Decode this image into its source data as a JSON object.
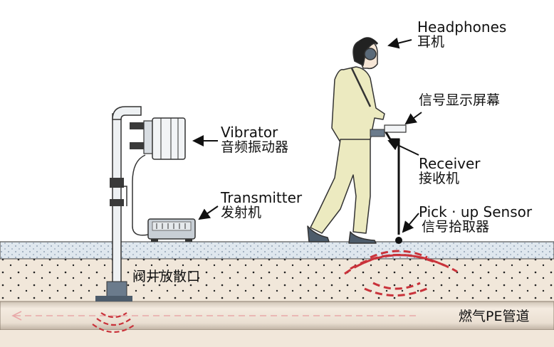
{
  "labels": {
    "headphones_en": "Headphones",
    "headphones_zh": "耳机",
    "display_zh": "信号显示屏幕",
    "vibrator_en": "Vibrator",
    "vibrator_zh": "音频振动器",
    "receiver_en": "Receiver",
    "receiver_zh": "接收机",
    "transmitter_en": "Transmitter",
    "transmitter_zh": "发射机",
    "sensor_en": "Pick · up Sensor",
    "sensor_zh": "信号拾取器",
    "valve_zh": "阀井放散口",
    "pipe_zh": "燃气PE管道"
  },
  "colors": {
    "pipe": "#e8ddd0",
    "soil": "#f1e7da",
    "surface": "#dfe7ee",
    "wave": "#c9323a",
    "suit": "#eceac0",
    "steel": "#cfd6dc"
  }
}
